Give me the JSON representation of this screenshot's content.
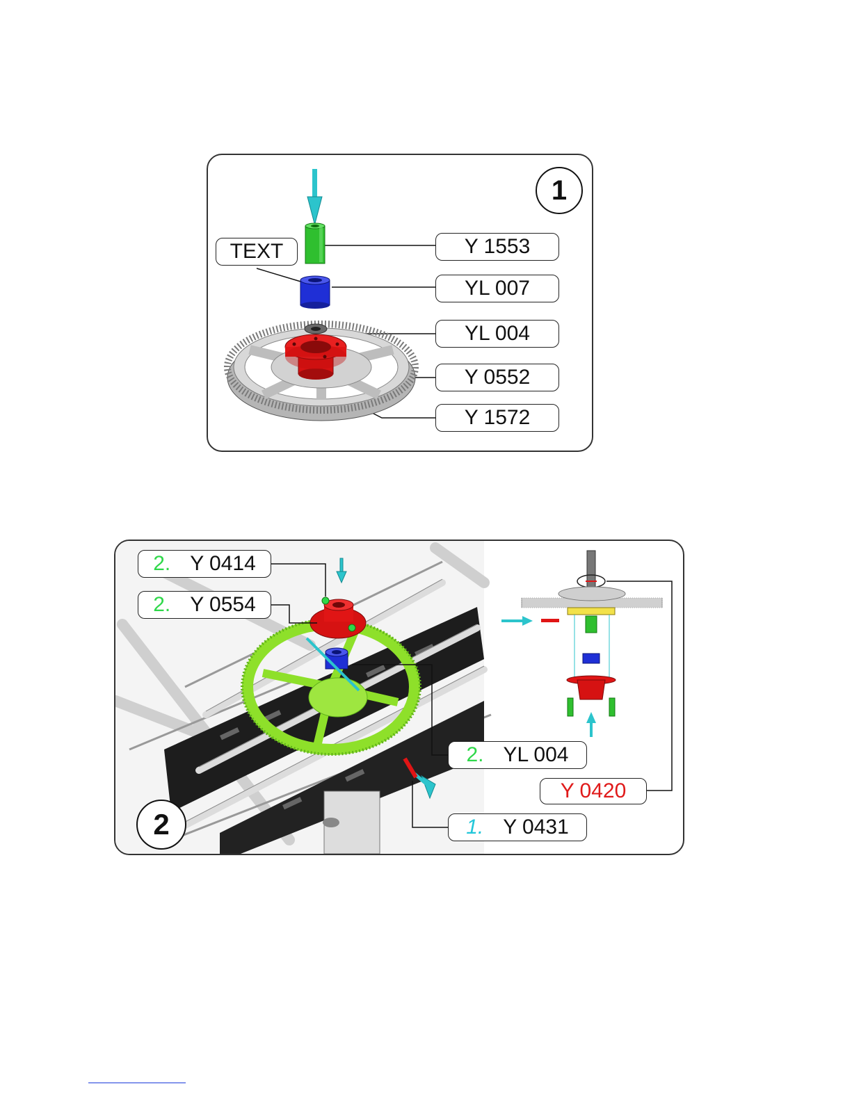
{
  "panel1": {
    "step_number": "1",
    "callouts": {
      "text_note": "TEXT",
      "y1553": "Y 1553",
      "yl007": "YL 007",
      "yl004": "YL 004",
      "y0552": "Y 0552",
      "y1572": "Y 1572"
    }
  },
  "panel2": {
    "step_number": "2",
    "callouts": [
      {
        "step": "2.",
        "code": "Y 0414",
        "step_color": "#2fd84a"
      },
      {
        "step": "2.",
        "code": "Y 0554",
        "step_color": "#2fd84a"
      },
      {
        "step": "2.",
        "code": "YL 004",
        "step_color": "#2fd84a"
      },
      {
        "step": "1.",
        "code": "Y 0431",
        "step_color": "#22c6d9"
      }
    ],
    "red_callout": {
      "code": "Y 0420",
      "color": "#e01a1a"
    }
  },
  "colors": {
    "green_part": "#2fbf2f",
    "blue_part": "#1f2fd6",
    "red_part": "#e01515",
    "gear_gray": "#c8c8c8",
    "cyan_arrow": "#2cc4cc",
    "lime_gear": "#8ee02a"
  }
}
